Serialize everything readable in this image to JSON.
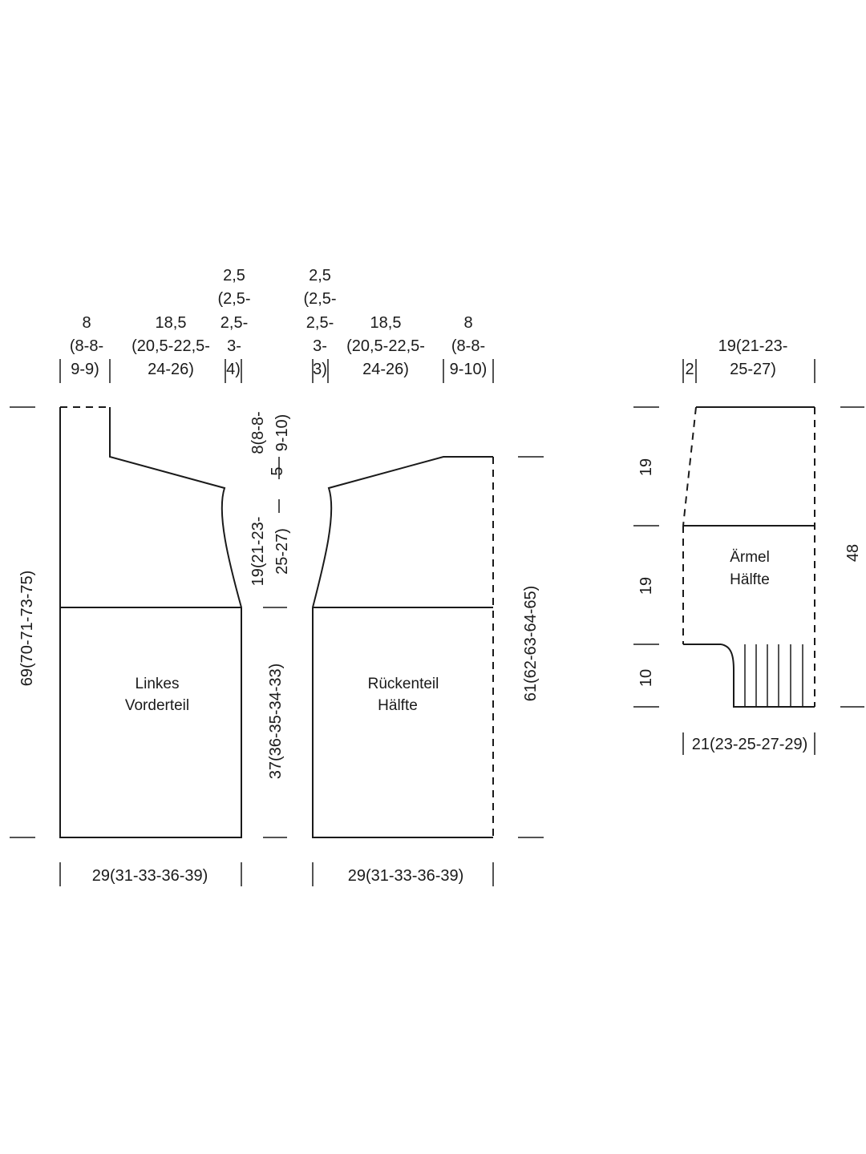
{
  "front": {
    "label": [
      "Linkes",
      "Vorderteil"
    ],
    "shoulder": [
      "8",
      "(8-8-",
      "9-9)"
    ],
    "neck": [
      "18,5",
      "(20,5-22,5-",
      "24-26)"
    ],
    "edge": [
      "2,5",
      "(2,5-",
      "2,5-",
      "3-",
      "4)"
    ],
    "total_height": "69(70-71-73-75)",
    "width": "29(31-33-36-39)"
  },
  "middle": {
    "shoulder_slope": [
      "8(8-8-",
      "9-10)"
    ],
    "neck_drop": "5",
    "armhole": [
      "19(21-23-",
      "25-27)"
    ],
    "body": "37(36-35-34-33)"
  },
  "back": {
    "label": [
      "Rückenteil",
      "Hälfte"
    ],
    "edge": [
      "2,5",
      "(2,5-",
      "2,5-",
      "3-",
      "3)"
    ],
    "neck": [
      "18,5",
      "(20,5-22,5-",
      "24-26)"
    ],
    "shoulder": [
      "8",
      "(8-8-",
      "9-10)"
    ],
    "total_height": "61(62-63-64-65)",
    "width": "29(31-33-36-39)"
  },
  "sleeve": {
    "label": [
      "Ärmel",
      "Hälfte"
    ],
    "top_offset": "2",
    "top_width": [
      "19(21-23-",
      "25-27)"
    ],
    "upper": "19",
    "middle": "19",
    "cuff": "10",
    "total_height": "48",
    "bottom_width": "21(23-25-27-29)"
  }
}
